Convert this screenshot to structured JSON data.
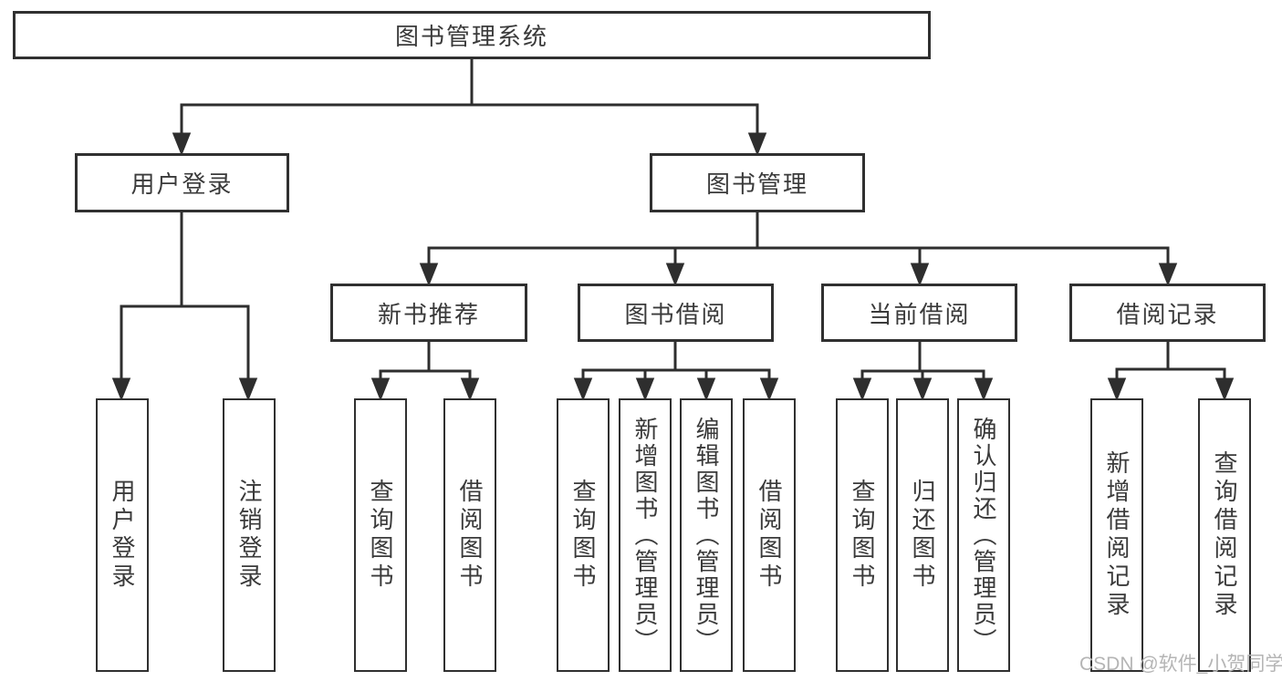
{
  "diagram": {
    "title": "图书管理系统",
    "root": {
      "label": "图书管理系统"
    },
    "branches": [
      {
        "label": "用户登录",
        "children": [
          {
            "label": "用户登录"
          },
          {
            "label": "注销登录"
          }
        ]
      },
      {
        "label": "图书管理",
        "children": [
          {
            "label": "新书推荐",
            "children": [
              {
                "label": "查询图书"
              },
              {
                "label": "借阅图书"
              }
            ]
          },
          {
            "label": "图书借阅",
            "children": [
              {
                "label": "查询图书"
              },
              {
                "label": "新增图书（管理员）"
              },
              {
                "label": "编辑图书（管理员）"
              },
              {
                "label": "借阅图书"
              }
            ]
          },
          {
            "label": "当前借阅",
            "children": [
              {
                "label": "查询图书"
              },
              {
                "label": "归还图书"
              },
              {
                "label": "确认归还（管理员）"
              }
            ]
          },
          {
            "label": "借阅记录",
            "children": [
              {
                "label": "新增借阅记录"
              },
              {
                "label": "查询借阅记录"
              }
            ]
          }
        ]
      }
    ]
  },
  "watermark": {
    "text": "CSDN @软件_小贺同学",
    "color": "#b5b5b5"
  },
  "colors": {
    "line": "#2e2e2e",
    "box_border": "#303030",
    "text": "#3a3a3a",
    "background": "#ffffff"
  }
}
